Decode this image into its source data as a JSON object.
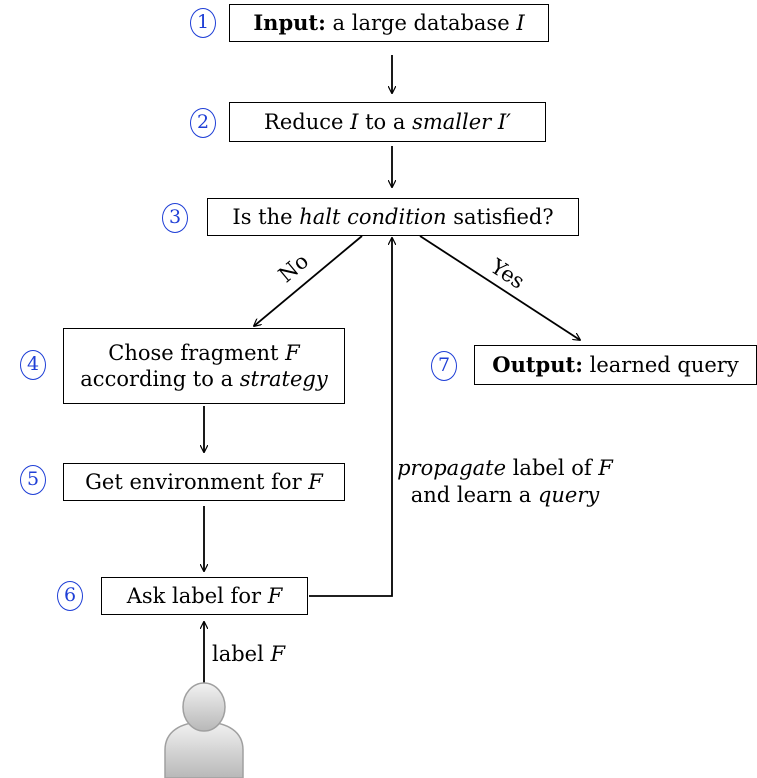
{
  "colors": {
    "step_number": "#1f3fd6",
    "line": "#000000",
    "user_icon": "#bdbdbd"
  },
  "icons": {
    "user": "user-avatar-icon"
  },
  "steps": [
    {
      "number": "1",
      "parts": [
        {
          "style": "bold",
          "text": "Input:"
        },
        {
          "style": "plain",
          "text": " a large database "
        },
        {
          "style": "italic",
          "text": "I"
        }
      ]
    },
    {
      "number": "2",
      "parts": [
        {
          "style": "plain",
          "text": "Reduce "
        },
        {
          "style": "italic",
          "text": "I"
        },
        {
          "style": "plain",
          "text": " to a "
        },
        {
          "style": "italic",
          "text": "smaller"
        },
        {
          "style": "plain",
          "text": " "
        },
        {
          "style": "italic",
          "text": "I′"
        }
      ]
    },
    {
      "number": "3",
      "parts": [
        {
          "style": "plain",
          "text": "Is the "
        },
        {
          "style": "italic",
          "text": "halt condition"
        },
        {
          "style": "plain",
          "text": " satisfied?"
        }
      ]
    },
    {
      "number": "4",
      "line1": [
        {
          "style": "plain",
          "text": "Chose fragment "
        },
        {
          "style": "italic",
          "text": "F"
        }
      ],
      "line2": [
        {
          "style": "plain",
          "text": "according to a "
        },
        {
          "style": "italic",
          "text": "strategy"
        }
      ]
    },
    {
      "number": "5",
      "parts": [
        {
          "style": "plain",
          "text": "Get environment for "
        },
        {
          "style": "italic",
          "text": "F"
        }
      ]
    },
    {
      "number": "6",
      "parts": [
        {
          "style": "plain",
          "text": "Ask label for "
        },
        {
          "style": "italic",
          "text": "F"
        }
      ]
    },
    {
      "number": "7",
      "parts": [
        {
          "style": "bold",
          "text": "Output:"
        },
        {
          "style": "plain",
          "text": " learned query"
        }
      ]
    }
  ],
  "edge_labels": {
    "no": "No",
    "yes": "Yes"
  },
  "feedback_note": {
    "line1": [
      {
        "style": "italic",
        "text": "propagate"
      },
      {
        "style": "plain",
        "text": " label of "
      },
      {
        "style": "italic",
        "text": "F"
      }
    ],
    "line2": [
      {
        "style": "plain",
        "text": "and learn a "
      },
      {
        "style": "italic",
        "text": "query"
      }
    ]
  },
  "user_input_label": [
    {
      "style": "plain",
      "text": "label "
    },
    {
      "style": "italic",
      "text": "F"
    }
  ]
}
